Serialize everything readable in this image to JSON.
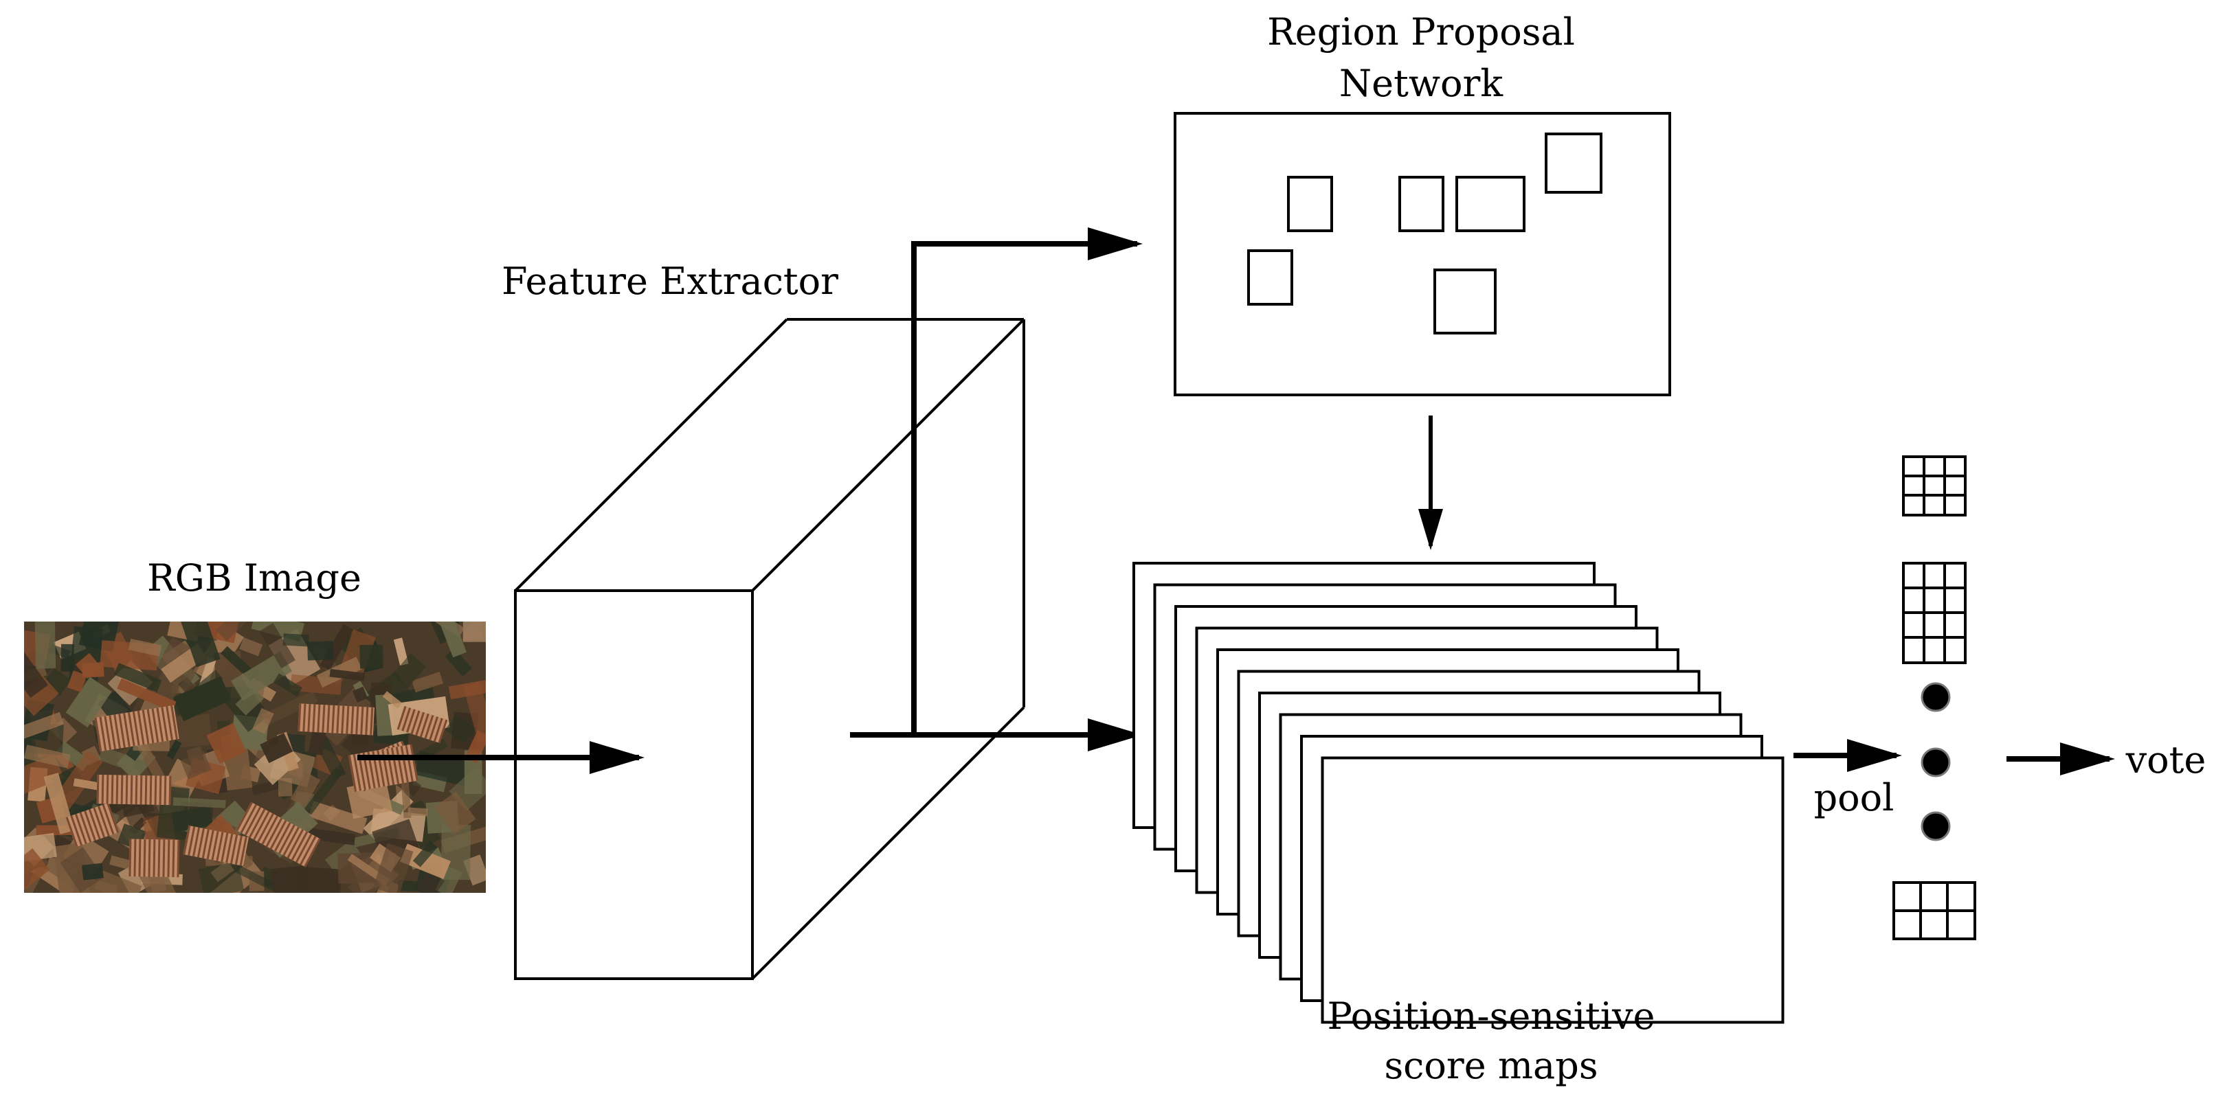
{
  "labels": {
    "rgb_image": "RGB Image",
    "feature_extractor": "Feature Extractor",
    "rpn_line1": "Region Proposal",
    "rpn_line2": "Network",
    "score_maps_line1": "Position-sensitive",
    "score_maps_line2": "score maps",
    "pool": "pool",
    "vote": "vote"
  },
  "score_map_count": 10,
  "image_palette": {
    "base": "#4a3a28",
    "tones": [
      "#2c3322",
      "#3b2f22",
      "#5d4631",
      "#7a5a3c",
      "#9a7350",
      "#b88a62",
      "#c9a27c",
      "#6b6a4a",
      "#243024",
      "#8c4e2c"
    ]
  }
}
